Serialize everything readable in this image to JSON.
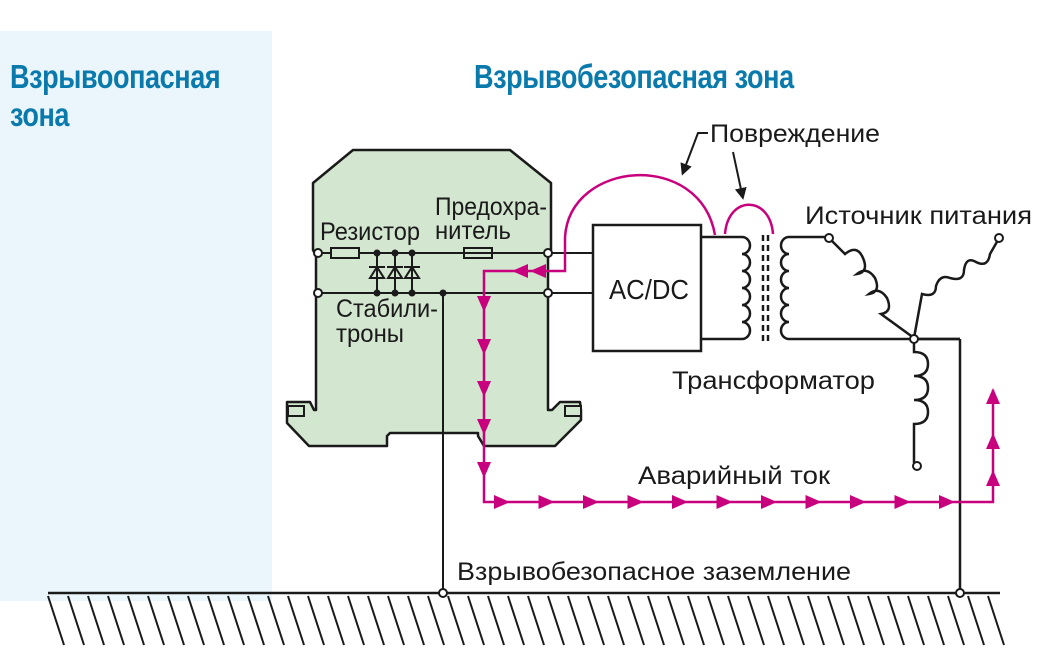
{
  "zones": {
    "hazardous": "Взрывоопасная зона",
    "hazardous_line1": "Взрывоопасная",
    "hazardous_line2": "зона",
    "safe": "Взрывобезопасная зона"
  },
  "labels": {
    "resistor": "Резистор",
    "fuse_line1": "Предохра-",
    "fuse_line2": "нитель",
    "zener_line1": "Стабили-",
    "zener_line2": "троны",
    "converter": "AC/DC",
    "damage": "Повреждение",
    "power_source": "Источник питания",
    "transformer": "Трансформатор",
    "fault_current": "Аварийный ток",
    "safe_ground": "Взрывобезопасное заземление"
  },
  "colors": {
    "title": "#0a7aad",
    "hazardous_zone_bg": "#eaf5fc",
    "barrier_fill": "#d3e6cf",
    "fault_path": "#c8007e",
    "wire": "#1a1a1a"
  }
}
